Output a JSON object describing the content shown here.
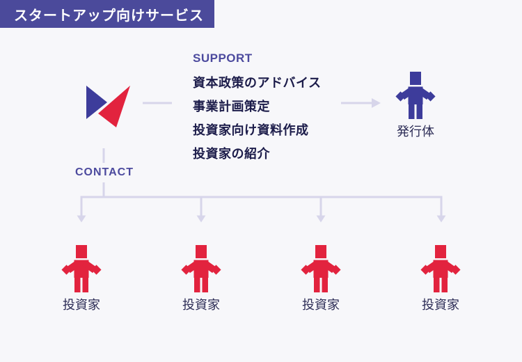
{
  "banner": {
    "title": "スタートアップ向けサービス"
  },
  "support": {
    "label": "SUPPORT",
    "items": [
      "資本政策のアドバイス",
      "事業計画策定",
      "投資家向け資料作成",
      "投資家の紹介"
    ]
  },
  "contact": {
    "label": "CONTACT"
  },
  "issuer": {
    "label": "発行体"
  },
  "investors": {
    "label": "投資家",
    "count": 4
  },
  "icons": {
    "logo": "company-logo-mark",
    "issuer": "person-pictogram",
    "investor": "person-pictogram"
  },
  "colors": {
    "page_bg": "#f7f7fa",
    "banner_bg": "#4b4a9b",
    "accent_indigo": "#4c4a9e",
    "text_dark": "#1c1c4a",
    "label_navy": "#2b2b55",
    "logo_blue": "#3d3c9b",
    "logo_red": "#e2233e",
    "connector": "#d7d5ea"
  }
}
